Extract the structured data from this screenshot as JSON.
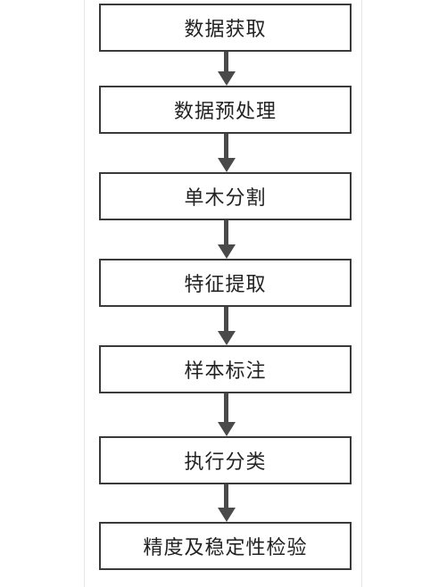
{
  "flowchart": {
    "steps": [
      {
        "label": "数据获取"
      },
      {
        "label": "数据预处理"
      },
      {
        "label": "单木分割"
      },
      {
        "label": "特征提取"
      },
      {
        "label": "样本标注"
      },
      {
        "label": "执行分类"
      },
      {
        "label": "精度及稳定性检验"
      }
    ]
  }
}
